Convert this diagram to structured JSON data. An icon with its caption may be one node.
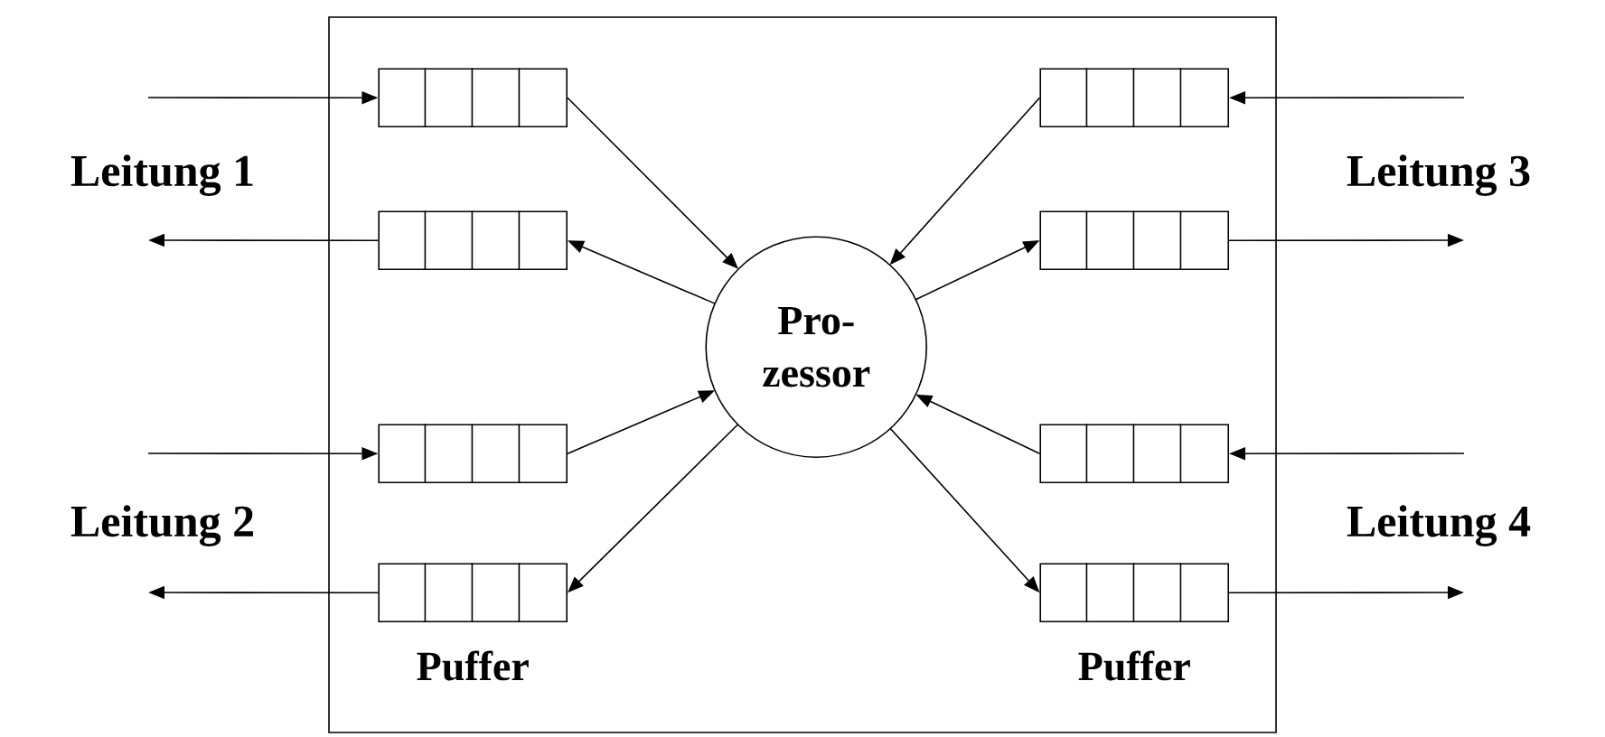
{
  "diagram": {
    "nodes": [
      {
        "text": [],
        "shape": "box"
      },
      {
        "text": [],
        "shape": "box",
        "in": 0
      },
      {
        "text": [],
        "shape": "box",
        "in": 0
      },
      {
        "text": [],
        "shape": "box",
        "in": 0
      },
      {
        "text": [],
        "shape": "box",
        "in": 0
      },
      {
        "text": [
          "Pro- zessor"
        ],
        "in": 0
      },
      {
        "text": [],
        "shape": "box",
        "in": 0
      },
      {
        "text": [],
        "shape": "box",
        "in": 0
      },
      {
        "text": [],
        "shape": "box",
        "in": 0,
        "beside": [
          "Puffer"
        ]
      },
      {
        "text": [],
        "shape": "box",
        "in": 0,
        "beside": [
          "Puffer"
        ]
      }
    ],
    "edges": [
      {
        "from": null,
        "to": 1,
        "arrow": "to"
      },
      {
        "from": 1,
        "to": 5,
        "arrow": "to"
      },
      {
        "from": 5,
        "to": 3,
        "arrow": "to"
      },
      {
        "from": 3,
        "to": null,
        "arrow": "to"
      },
      {
        "from": null,
        "to": 6,
        "arrow": "to"
      },
      {
        "from": 6,
        "to": 5,
        "arrow": "to"
      },
      {
        "from": 5,
        "to": 8,
        "arrow": "to"
      },
      {
        "from": 8,
        "to": null,
        "arrow": "to"
      },
      {
        "from": null,
        "to": 2,
        "arrow": "to"
      },
      {
        "from": 2,
        "to": 5,
        "arrow": "to"
      },
      {
        "from": 5,
        "to": 4,
        "arrow": "to"
      },
      {
        "from": 4,
        "to": null,
        "arrow": "to"
      },
      {
        "from": null,
        "to": 7,
        "arrow": "to"
      },
      {
        "from": 7,
        "to": 5,
        "arrow": "to"
      },
      {
        "from": 5,
        "to": 9,
        "arrow": "to"
      },
      {
        "from": 9,
        "to": null,
        "arrow": "to"
      }
    ],
    "labels": [
      "Leitung 1",
      "Leitung 3",
      "Leitung 2",
      "Leitung 4"
    ]
  }
}
